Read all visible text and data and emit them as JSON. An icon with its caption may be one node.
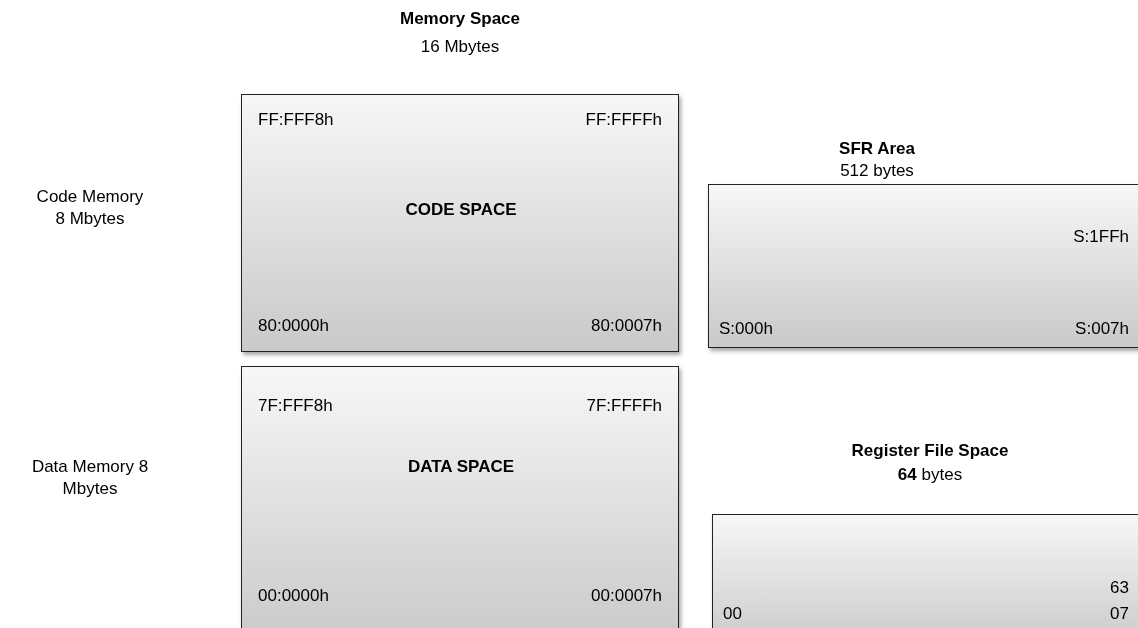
{
  "diagram": {
    "nodes": [
      {
        "text": [
          "FF:FFF8h",
          "FF:FFFFh",
          "CODE SPACE",
          "80:0000h",
          "80:0007h"
        ]
      },
      {
        "text": [
          "7F:FFF8h",
          "7F:FFFFh",
          "DATA SPACE",
          "00:0000h",
          "00:0007h"
        ]
      },
      {
        "text": [
          "SFR Area",
          "512 bytes",
          "S:1FFh",
          "S:000h",
          "S:007h"
        ]
      },
      {
        "text": [
          "Register File Space",
          "**64** bytes",
          "63",
          "00",
          "07"
        ]
      }
    ],
    "labels": [
      "Memory Space",
      "16 Mbytes",
      "Code Memory 8 Mbytes",
      "Data Memory 8 Mbytes"
    ]
  }
}
